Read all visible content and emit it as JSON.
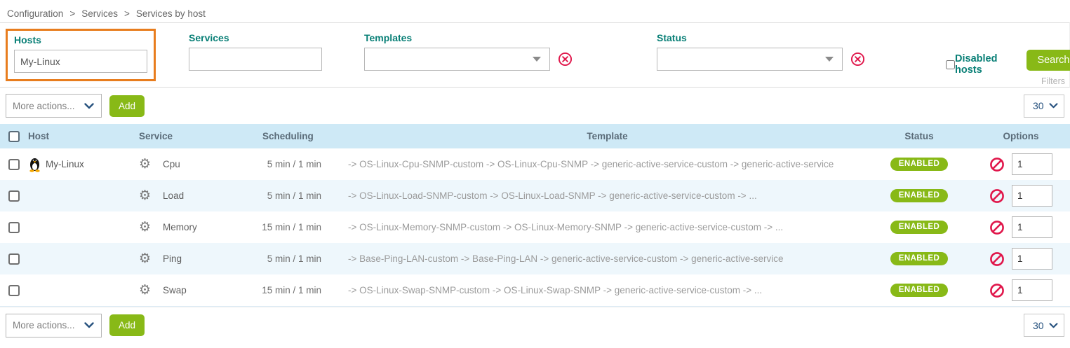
{
  "breadcrumb": {
    "items": [
      "Configuration",
      "Services",
      "Services by host"
    ],
    "separator": ">"
  },
  "filters": {
    "hosts": {
      "label": "Hosts",
      "value": "My-Linux"
    },
    "services": {
      "label": "Services",
      "value": ""
    },
    "templates": {
      "label": "Templates",
      "selected": ""
    },
    "status": {
      "label": "Status",
      "selected": ""
    },
    "disabled_hosts_label": "Disabled hosts",
    "search_label": "Search",
    "filters_label": "Filters"
  },
  "toolbar": {
    "more_actions_label": "More actions...",
    "add_label": "Add",
    "per_page": "30"
  },
  "footer_toolbar": {
    "more_actions_label": "More actions...",
    "add_label": "Add",
    "per_page": "30"
  },
  "table": {
    "headers": {
      "host": "Host",
      "service": "Service",
      "scheduling": "Scheduling",
      "template": "Template",
      "status": "Status",
      "options": "Options"
    },
    "rows": [
      {
        "host": "My-Linux",
        "service": "Cpu",
        "scheduling": "5 min / 1 min",
        "template": "-> OS-Linux-Cpu-SNMP-custom -> OS-Linux-Cpu-SNMP -> generic-active-service-custom -> generic-active-service",
        "status": "ENABLED",
        "options_value": "1"
      },
      {
        "host": "",
        "service": "Load",
        "scheduling": "5 min / 1 min",
        "template": "-> OS-Linux-Load-SNMP-custom -> OS-Linux-Load-SNMP -> generic-active-service-custom -> ...",
        "status": "ENABLED",
        "options_value": "1"
      },
      {
        "host": "",
        "service": "Memory",
        "scheduling": "15 min / 1 min",
        "template": "-> OS-Linux-Memory-SNMP-custom -> OS-Linux-Memory-SNMP -> generic-active-service-custom -> ...",
        "status": "ENABLED",
        "options_value": "1"
      },
      {
        "host": "",
        "service": "Ping",
        "scheduling": "5 min / 1 min",
        "template": "-> Base-Ping-LAN-custom -> Base-Ping-LAN -> generic-active-service-custom -> generic-active-service",
        "status": "ENABLED",
        "options_value": "1"
      },
      {
        "host": "",
        "service": "Swap",
        "scheduling": "15 min / 1 min",
        "template": "-> OS-Linux-Swap-SNMP-custom -> OS-Linux-Swap-SNMP -> generic-active-service-custom -> ...",
        "status": "ENABLED",
        "options_value": "1"
      }
    ]
  },
  "icons": {
    "gear": "⚙",
    "clear": "circle-x",
    "prohibited": "no-entry",
    "host_os": "linux-tux"
  },
  "colors": {
    "accent_green": "#88b917",
    "teal_label": "#087f76",
    "header_blue": "#cee9f6",
    "alt_row_blue": "#eef7fc",
    "highlight_orange": "#e87d1e",
    "crimson": "#e0174b",
    "navy": "#26517e"
  }
}
